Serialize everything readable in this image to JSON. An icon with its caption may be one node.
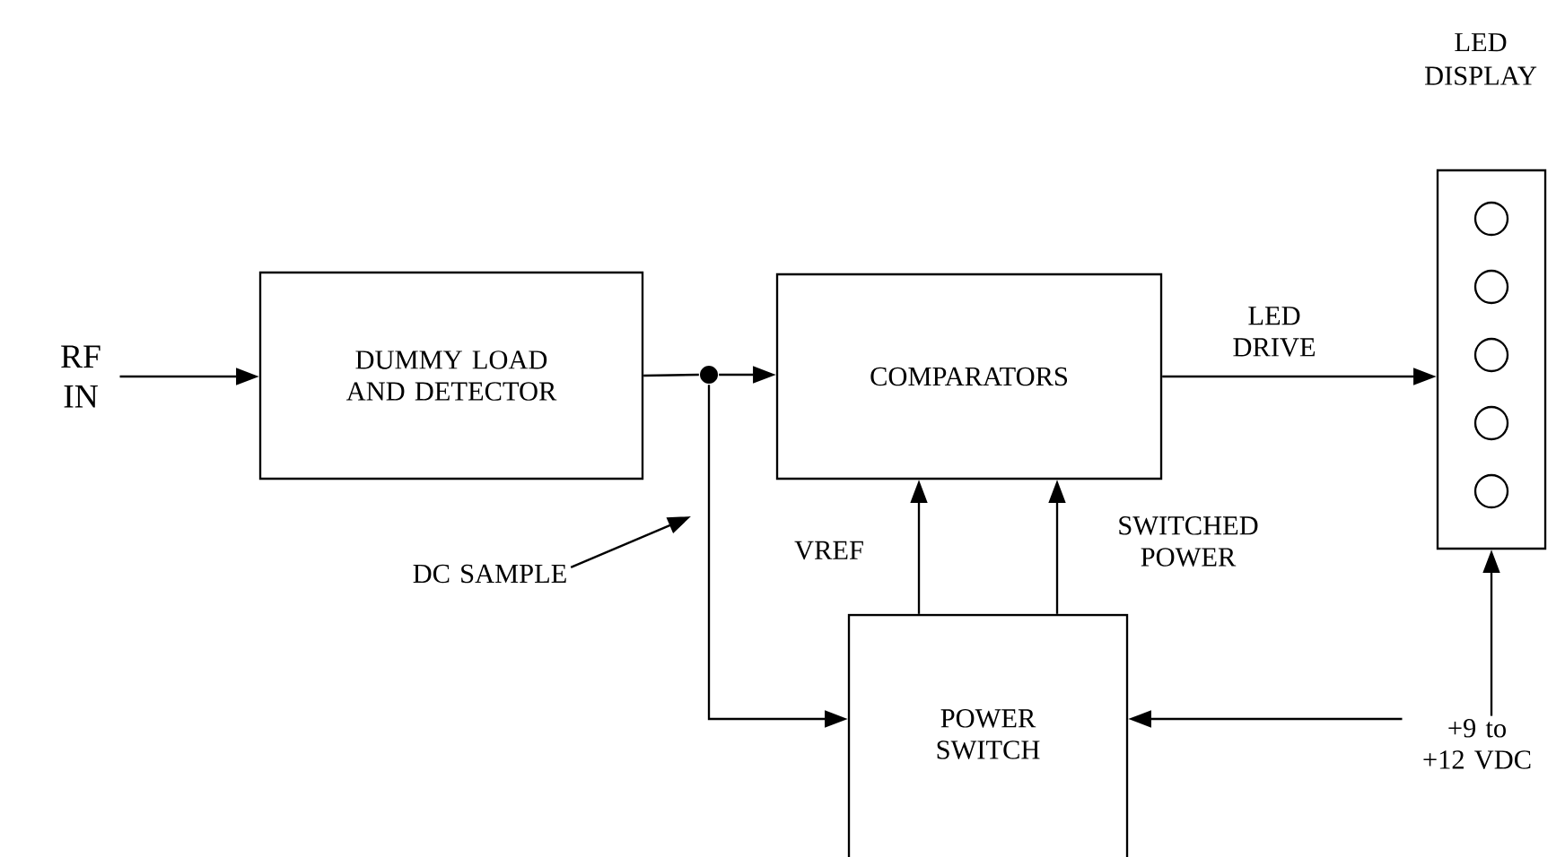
{
  "diagram": {
    "nodes": [
      {
        "text": [
          "RF IN"
        ]
      },
      {
        "text": [
          "DUMMY LOAD AND DETECTOR"
        ]
      },
      {
        "text": [
          "COMPARATORS"
        ]
      },
      {
        "text": [
          "LED DISPLAY"
        ]
      },
      {
        "text": [
          "POWER SWITCH"
        ]
      },
      {
        "text": [
          "+9 to +12 VDC"
        ]
      },
      {
        "text": [],
        "shape": "circle"
      },
      {
        "text": [
          "DC SAMPLE"
        ]
      }
    ],
    "edges": [
      {
        "from": 0,
        "to": 1,
        "arrow": "to"
      },
      {
        "from": 1,
        "to": 6,
        "arrow": "none"
      },
      {
        "from": 6,
        "to": 2,
        "arrow": "to"
      },
      {
        "from": 6,
        "to": 4,
        "arrow": "to"
      },
      {
        "from": 2,
        "to": 3,
        "arrow": "to",
        "label": "LED DRIVE"
      },
      {
        "from": 4,
        "to": 2,
        "arrow": "to",
        "label": "VREF"
      },
      {
        "from": 4,
        "to": 2,
        "arrow": "to",
        "label": "SWITCHED POWER"
      },
      {
        "from": 5,
        "to": 4,
        "arrow": "to"
      },
      {
        "from": 5,
        "to": 3,
        "arrow": "to"
      },
      {
        "from": 7,
        "to": null,
        "arrow": "to"
      }
    ]
  }
}
